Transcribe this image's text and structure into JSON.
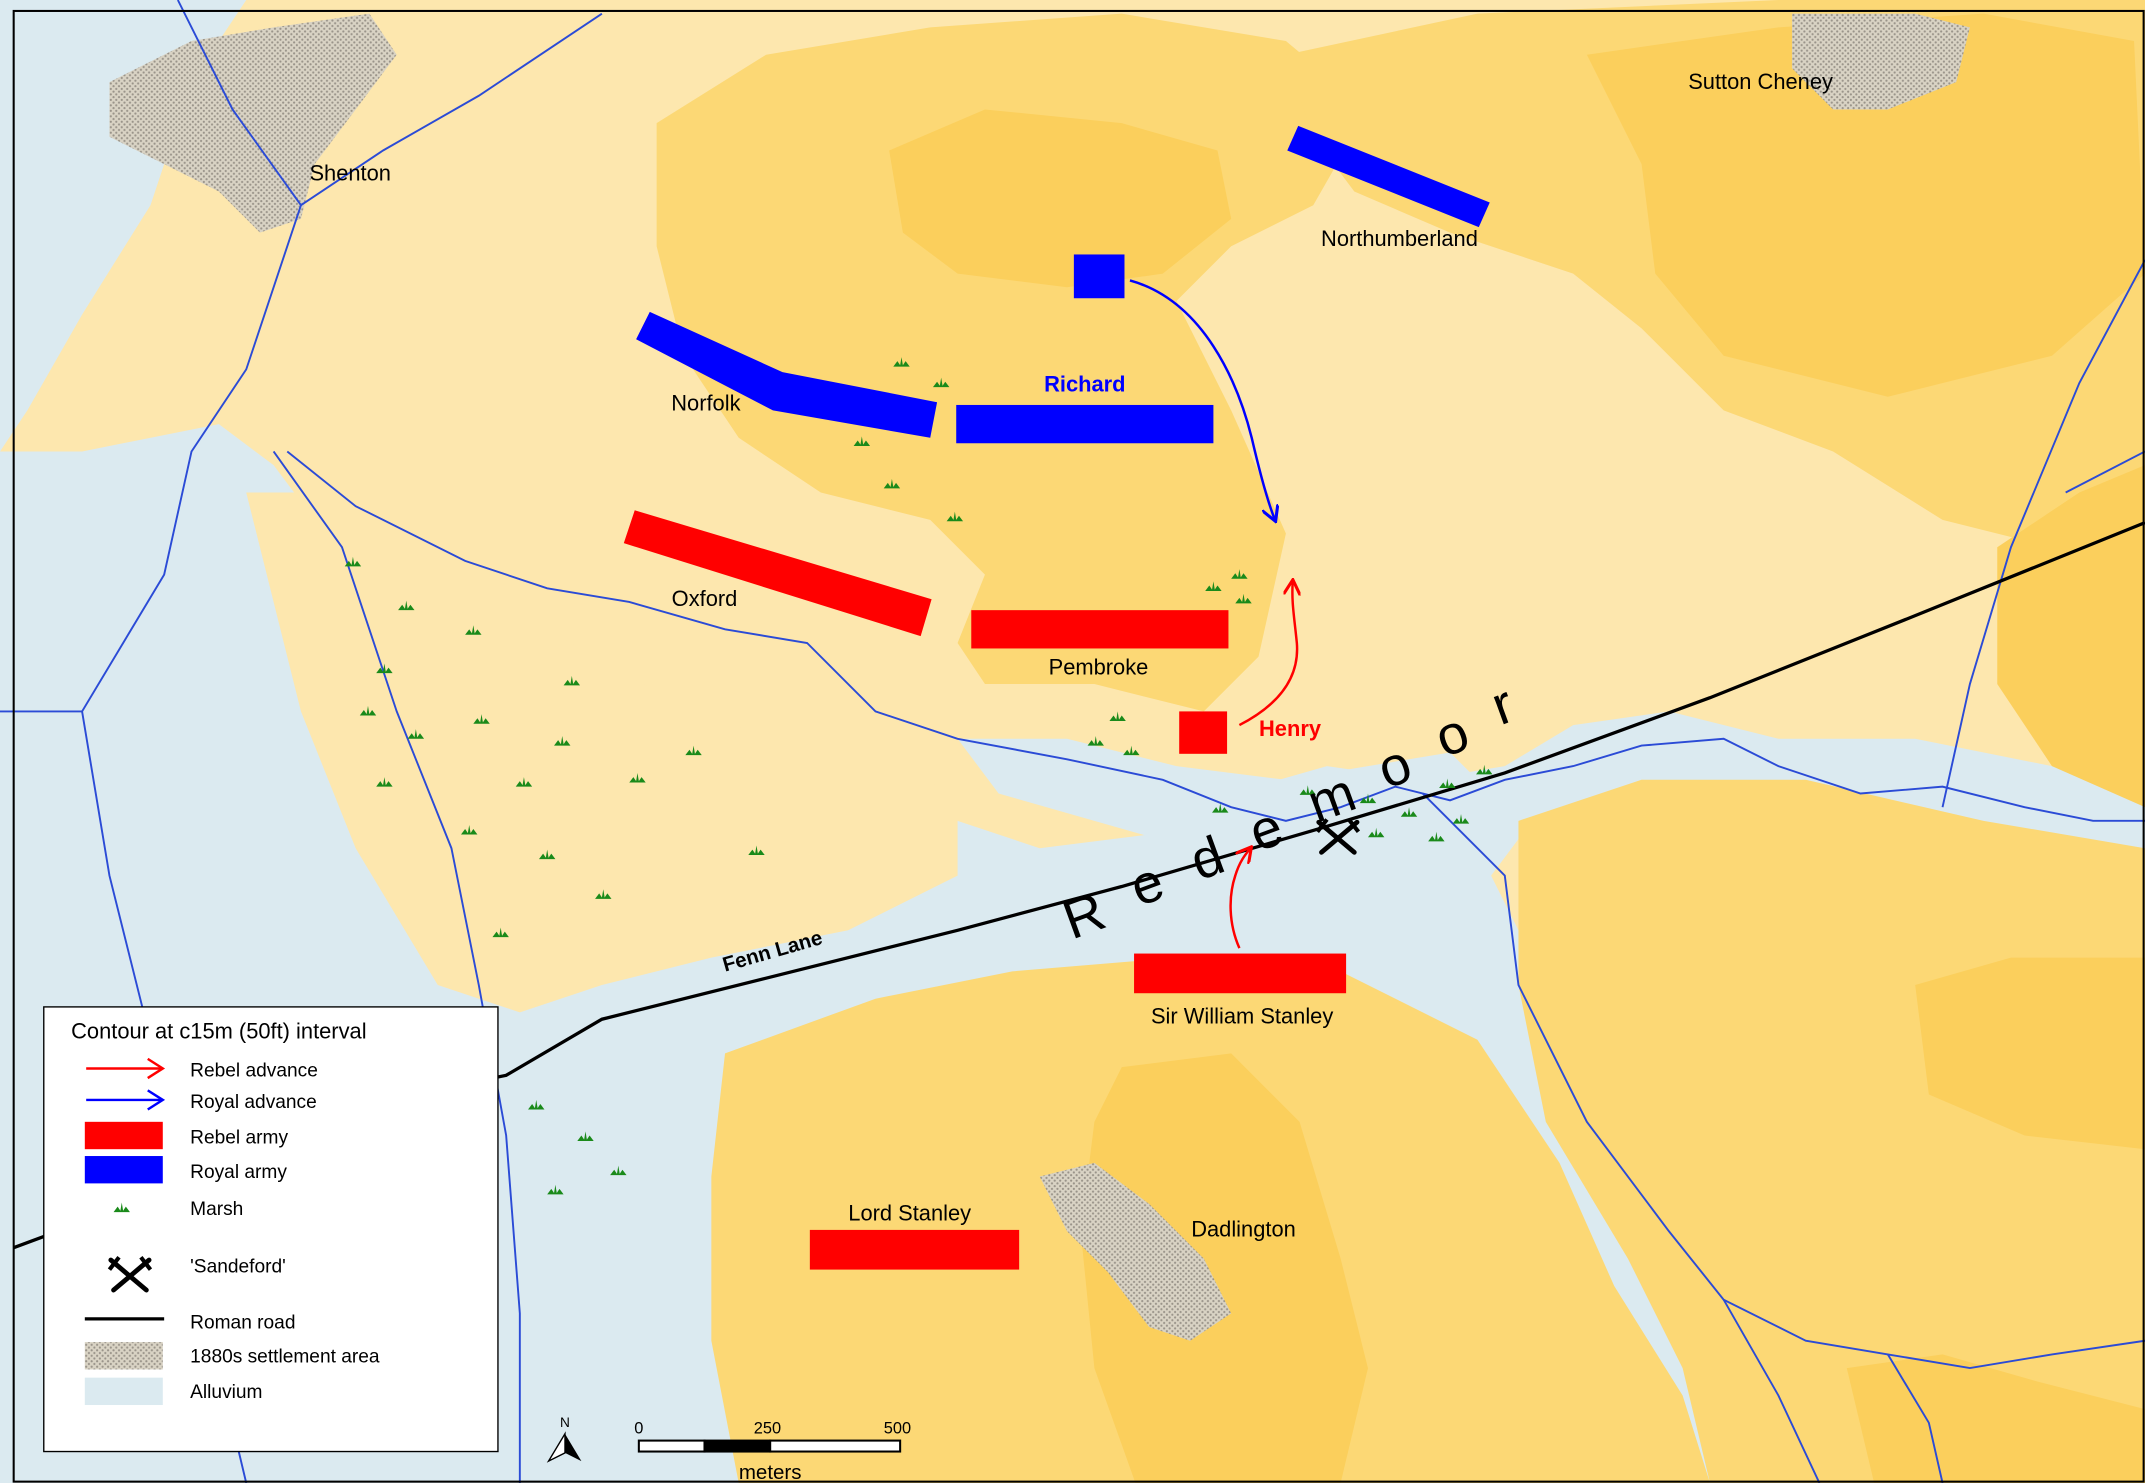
{
  "map": {
    "legend": {
      "title": "Contour at c15m (50ft) interval",
      "items": [
        {
          "label": "Rebel advance",
          "icon": "red-arrow-icon"
        },
        {
          "label": "Royal advance",
          "icon": "blue-arrow-icon"
        },
        {
          "label": "Rebel army",
          "icon": "red-rect-icon"
        },
        {
          "label": "Royal army",
          "icon": "blue-rect-icon"
        },
        {
          "label": "Marsh",
          "icon": "marsh-icon"
        },
        {
          "label": "'Sandeford'",
          "icon": "crossed-swords-icon"
        },
        {
          "label": "Roman road",
          "icon": "black-line-icon"
        },
        {
          "label": "1880s settlement area",
          "icon": "dotted-area-icon"
        },
        {
          "label": "Alluvium",
          "icon": "pale-blue-area-icon"
        }
      ]
    },
    "places": {
      "shenton": "Shenton",
      "sutton_cheney": "Sutton Cheney",
      "dadlington": "Dadlington",
      "fenn_lane": "Fenn Lane",
      "redemoor": [
        "R",
        "e",
        "d",
        "e",
        "m",
        "o",
        "o",
        "r"
      ]
    },
    "armies": {
      "northumberland": "Northumberland",
      "richard": "Richard",
      "norfolk": "Norfolk",
      "oxford": "Oxford",
      "pembroke": "Pembroke",
      "henry": "Henry",
      "sir_william_stanley": "Sir William Stanley",
      "lord_stanley": "Lord Stanley"
    },
    "scale": {
      "ticks": [
        "0",
        "250",
        "500"
      ],
      "unit": "meters",
      "north": "N"
    },
    "colors": {
      "rebel": "#ff0000",
      "royal": "#0000ff",
      "marsh": "#1a8a1a",
      "alluvium": "#dbeaf0",
      "low_ground": "#fde7ae",
      "high_ground": "#fcd875",
      "road": "#000000",
      "river": "#2b4bd6"
    }
  }
}
